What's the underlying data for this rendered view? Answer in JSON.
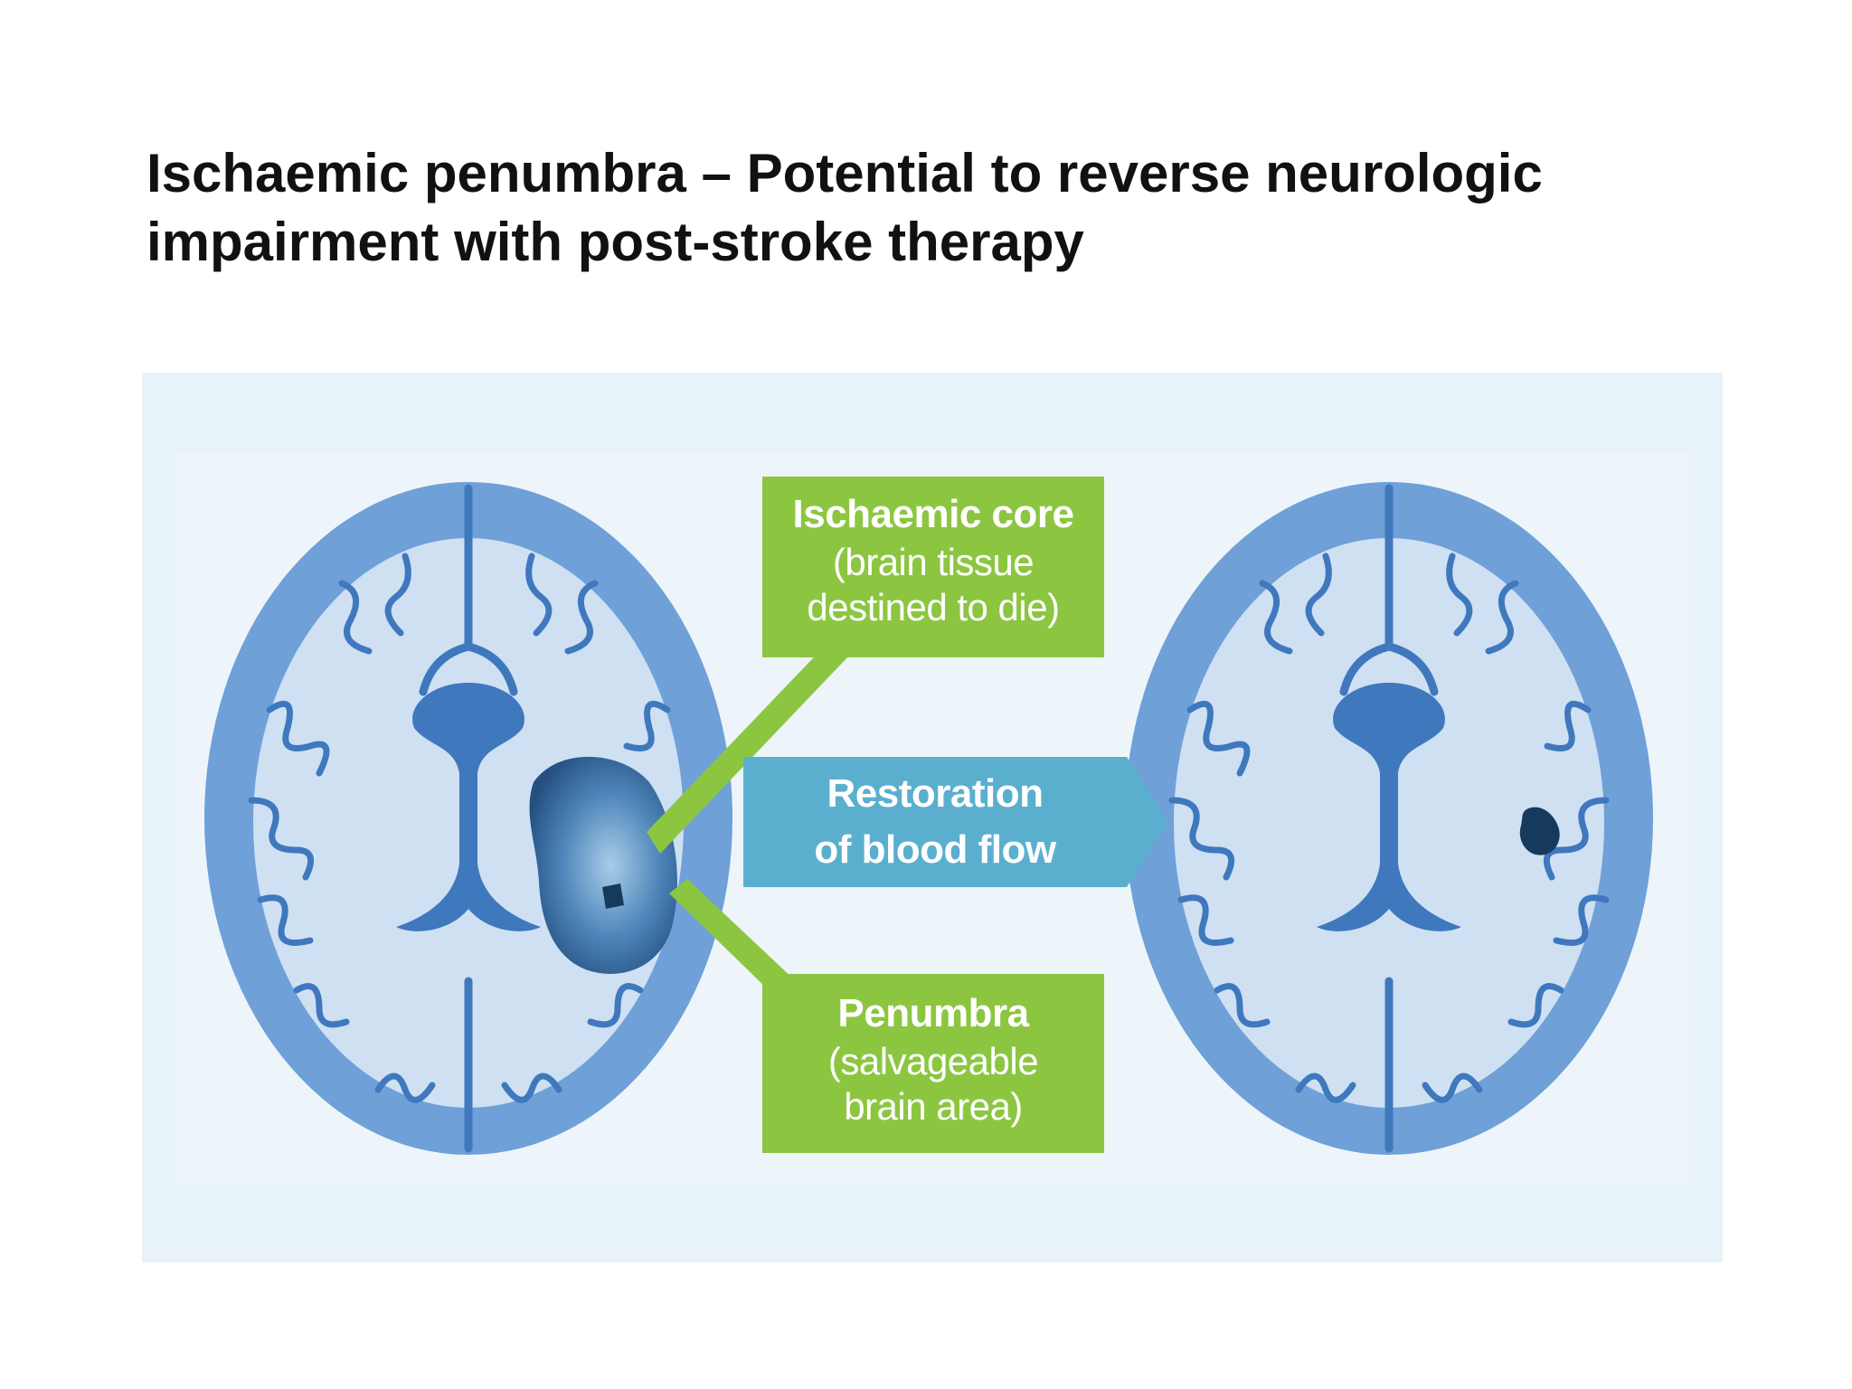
{
  "slide": {
    "title_line_1": "Ischaemic penumbra – Potential to reverse neurologic",
    "title_line_2": "impairment with post-stroke therapy"
  },
  "diagram": {
    "core_label": {
      "heading": "Ischaemic core",
      "desc_line_1": "(brain tissue",
      "desc_line_2": "destined to die)"
    },
    "restoration_arrow": {
      "line_1": "Restoration",
      "line_2": "of blood flow"
    },
    "penumbra_label": {
      "heading": "Penumbra",
      "desc_line_1": "(salvageable",
      "desc_line_2": "brain area)"
    },
    "colors": {
      "label_green": "#8cc641",
      "arrow_blue": "#5aafcf",
      "brain_outer": "#6fa0d8",
      "brain_inner": "#cfe0f3",
      "brain_dark": "#3f78bd",
      "lesion": "#2b5b8e",
      "core_dark": "#163a5c"
    }
  }
}
